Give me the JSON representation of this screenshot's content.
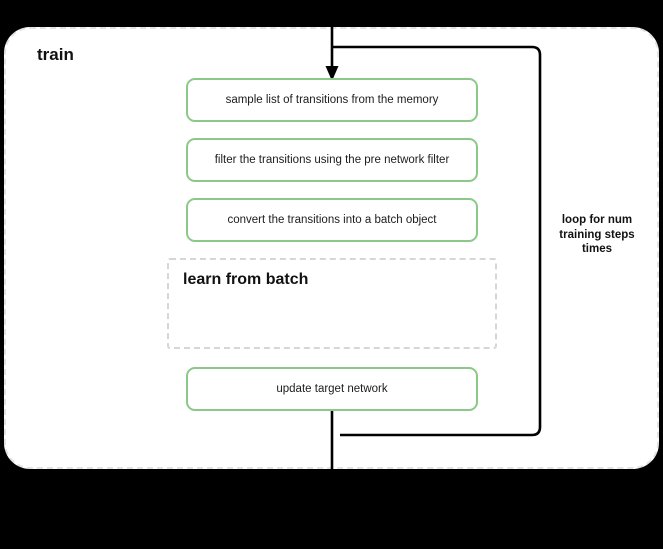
{
  "diagram": {
    "container": {
      "title": "train",
      "border_style": "dashed",
      "border_color": "#e3e3e3",
      "background": "#ffffff"
    },
    "accent_color": "#8cc888",
    "steps": [
      {
        "id": "sample",
        "label": "sample list of transitions from the memory"
      },
      {
        "id": "filter",
        "label": "filter the transitions using the pre network filter"
      },
      {
        "id": "convert",
        "label": "convert the transitions into a batch object"
      },
      {
        "id": "update",
        "label": "update target network"
      }
    ],
    "sub_block": {
      "title": "learn from batch",
      "border_style": "dashed",
      "border_color": "#d6d6d6"
    },
    "loop": {
      "caption": "loop for num training steps times",
      "line_color": "#000000"
    }
  }
}
